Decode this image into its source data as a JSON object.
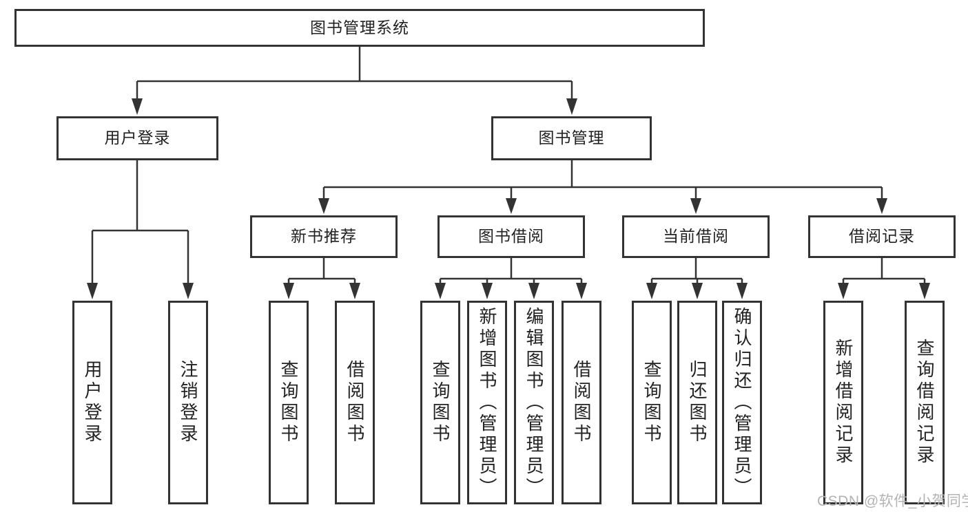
{
  "tree": {
    "label": "图书管理系统",
    "children": [
      {
        "label": "用户登录",
        "children": [
          {
            "label": "用户登录"
          },
          {
            "label": "注销登录"
          }
        ]
      },
      {
        "label": "图书管理",
        "children": [
          {
            "label": "新书推荐",
            "children": [
              {
                "label": "查询图书"
              },
              {
                "label": "借阅图书"
              }
            ]
          },
          {
            "label": "图书借阅",
            "children": [
              {
                "label": "查询图书"
              },
              {
                "label": "新增图书（管理员）"
              },
              {
                "label": "编辑图书（管理员）"
              },
              {
                "label": "借阅图书"
              }
            ]
          },
          {
            "label": "当前借阅",
            "children": [
              {
                "label": "查询图书"
              },
              {
                "label": "归还图书"
              },
              {
                "label": "确认归还（管理员）"
              }
            ]
          },
          {
            "label": "借阅记录",
            "children": [
              {
                "label": "新增借阅记录"
              },
              {
                "label": "查询借阅记录"
              }
            ]
          }
        ]
      }
    ]
  },
  "watermark": {
    "text": "CSDN @软件_小贺同学"
  },
  "colors": {
    "line": "#333333",
    "box_border": "#333333",
    "text": "#222222",
    "watermark": "#b3b3b3",
    "background": "#ffffff"
  }
}
